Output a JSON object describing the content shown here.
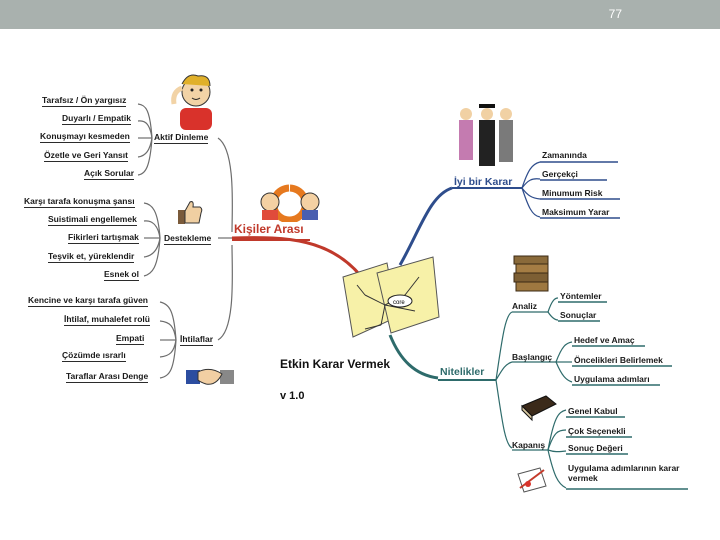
{
  "page_number": "77",
  "center": {
    "title": "Etkin Karar Vermek",
    "version": "v 1.0",
    "core_label": "core"
  },
  "branches": {
    "kisiler": {
      "title": "Kişiler Arası",
      "aktif": {
        "title": "Aktif Dinleme",
        "items": [
          "Tarafsız / Ön yargısız",
          "Duyarlı / Empatik",
          "Konuşmayı kesmeden",
          "Özetle ve Geri Yansıt",
          "Açık Sorular"
        ]
      },
      "destekleme": {
        "title": "Destekleme",
        "items": [
          "Karşı tarafa konuşma şansı",
          "Suistimali engellemek",
          "Fikirleri tartışmak",
          "Teşvik et, yüreklendir",
          "Esnek ol"
        ]
      },
      "ihtilaflar": {
        "title": "İhtilaflar",
        "items": [
          "Kencine ve karşı tarafa güven",
          "İhtilaf, muhalefet rolü",
          "Empati",
          "Çözümde ısrarlı",
          "Taraflar Arası Denge"
        ]
      }
    },
    "iyi_karar": {
      "title": "İyi bir Karar",
      "items": [
        "Zamanında",
        "Gerçekçi",
        "Minumum Risk",
        "Maksimum Yarar"
      ]
    },
    "nitelikler": {
      "title": "Nitelikler",
      "analiz": {
        "title": "Analiz",
        "items": [
          "Yöntemler",
          "Sonuçlar"
        ]
      },
      "baslangic": {
        "title": "Başlangıç",
        "items": [
          "Hedef ve Amaç",
          "Öncelikleri Belirlemek",
          "Uygulama adımları"
        ]
      },
      "kapanis": {
        "title": "Kapanış",
        "items": [
          "Genel Kabul",
          "Çok Seçenekli",
          "Sonuç Değeri",
          "Uygulama adımlarının karar vermek"
        ]
      }
    }
  },
  "colors": {
    "topbar": "#a9b1ae",
    "kisiler": "#c0392b",
    "iyi_karar": "#2e4d8c",
    "nitelikler": "#2e6b6b",
    "left_lines": "#6d6d6d"
  },
  "icons": [
    "thinking-person-icon",
    "handshake-icon",
    "thumbs-up-icon",
    "people-cycle-icon",
    "graduates-icon",
    "map-papers-icon",
    "books-icon",
    "book-icon",
    "pen-paper-icon"
  ]
}
